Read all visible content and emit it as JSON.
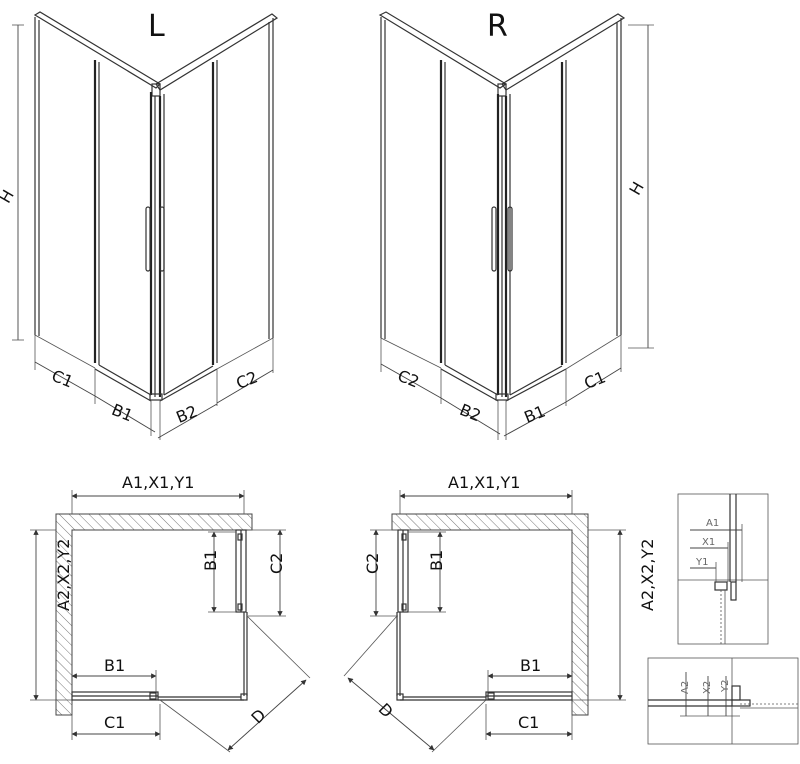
{
  "views": {
    "left_title": "L",
    "right_title": "R"
  },
  "perspective_labels": {
    "height": "H",
    "c1": "C1",
    "b1": "B1",
    "b2": "B2",
    "c2": "C2"
  },
  "plan_labels": {
    "top_width": "A1,X1,Y1",
    "side_depth": "A2,X2,Y2",
    "b1": "B1",
    "c1": "C1",
    "c2": "C2",
    "diagonal": "D"
  },
  "detail_labels": {
    "a1": "A1",
    "x1": "X1",
    "y1": "Y1",
    "a2": "A2",
    "x2": "X2",
    "y2": "Y2"
  }
}
